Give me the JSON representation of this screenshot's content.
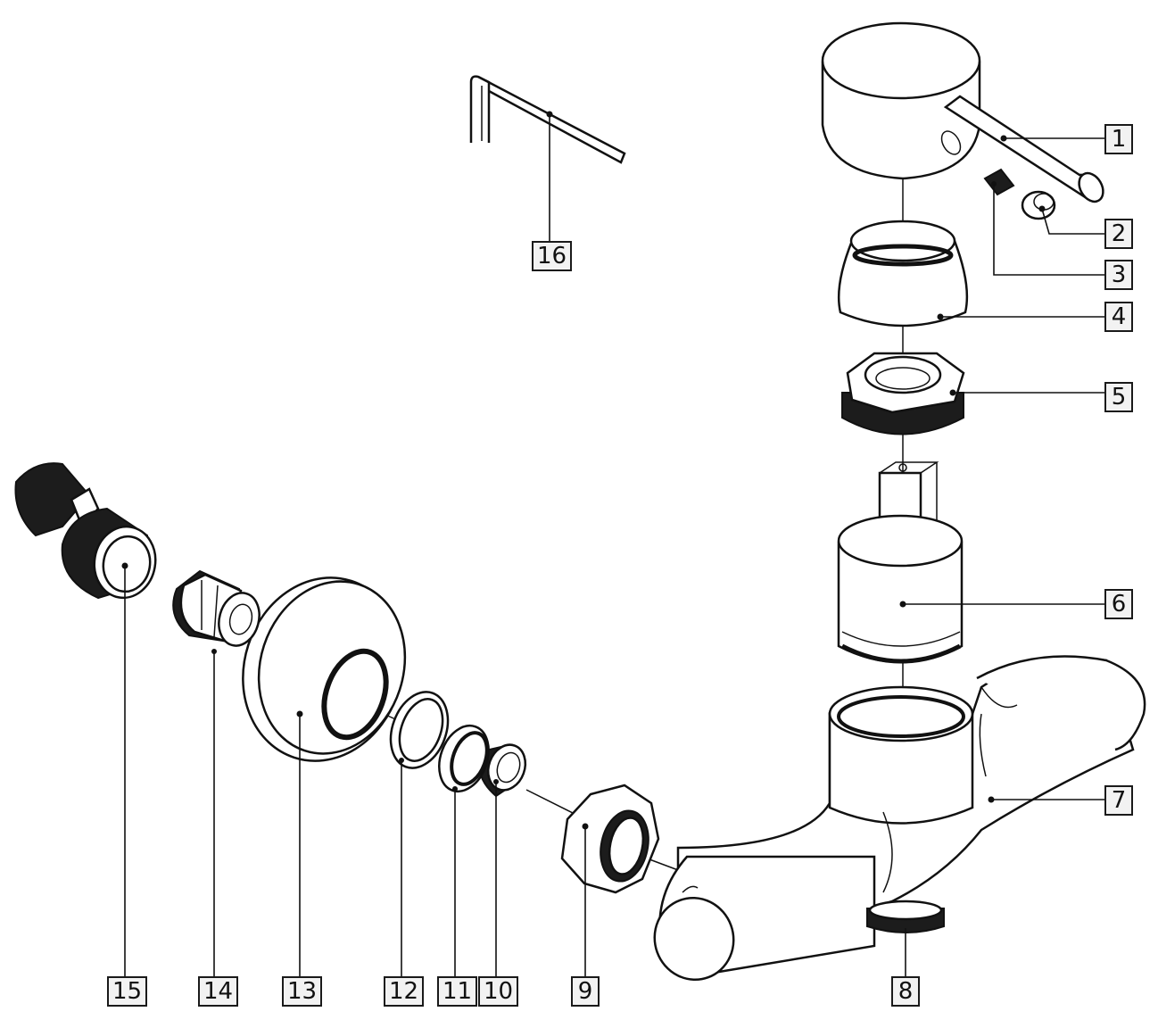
{
  "colors": {
    "line": "#111111",
    "fill": "#ffffff",
    "callout_bg": "#f2f2f2",
    "thread": "#1c1c1c"
  },
  "parts": [
    {
      "id": "p1",
      "label": "1"
    },
    {
      "id": "p2",
      "label": "2"
    },
    {
      "id": "p3",
      "label": "3"
    },
    {
      "id": "p4",
      "label": "4"
    },
    {
      "id": "p5",
      "label": "5"
    },
    {
      "id": "p6",
      "label": "6"
    },
    {
      "id": "p7",
      "label": "7"
    },
    {
      "id": "p8",
      "label": "8"
    },
    {
      "id": "p9",
      "label": "9"
    },
    {
      "id": "p10",
      "label": "10"
    },
    {
      "id": "p11",
      "label": "11"
    },
    {
      "id": "p12",
      "label": "12"
    },
    {
      "id": "p13",
      "label": "13"
    },
    {
      "id": "p14",
      "label": "14"
    },
    {
      "id": "p15",
      "label": "15"
    },
    {
      "id": "p16",
      "label": "16"
    }
  ]
}
